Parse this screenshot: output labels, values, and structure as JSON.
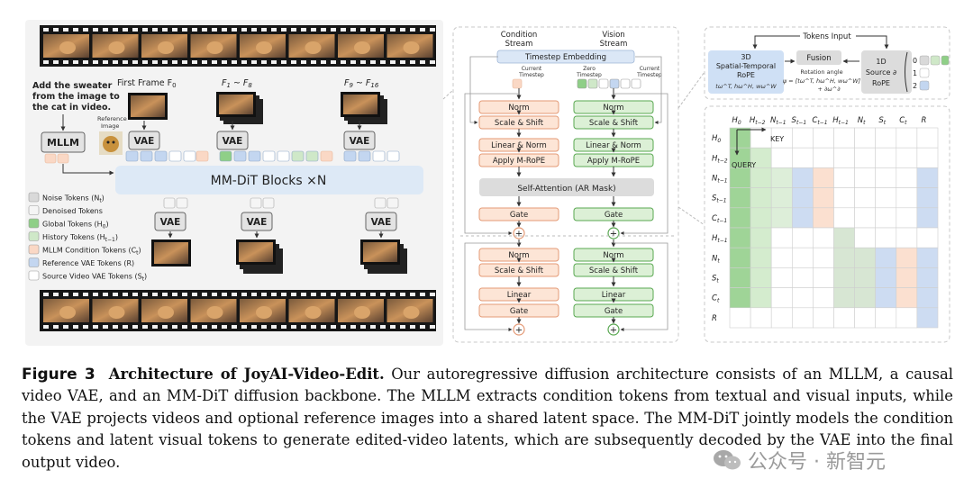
{
  "left": {
    "instruction": [
      "Add the sweater",
      "from the image to",
      "the cat in video."
    ],
    "first_frame": "First Frame F",
    "first_frame_sub": "0",
    "frames_1": "F",
    "frames_1_a": "1",
    "frames_1_mid": " ~ F",
    "frames_1_b": "8",
    "frames_2": "F",
    "frames_2_a": "9",
    "frames_2_mid": " ~ F",
    "frames_2_b": "16",
    "reference_image": [
      "Reference",
      "Image"
    ],
    "mllm": "MLLM",
    "vae": "VAE",
    "blocks": "MM-DiT Blocks ×N",
    "legend": [
      {
        "label": "Noise Tokens (N",
        "sub": "t",
        "close": ")",
        "color": "#d9d9d9"
      },
      {
        "label": "Denoised Tokens",
        "sub": "",
        "close": "",
        "color": "#f5f5f5"
      },
      {
        "label": "Global Tokens (H",
        "sub": "0",
        "close": ")",
        "color": "#8fcf87"
      },
      {
        "label": "History Tokens (H",
        "sub": "t−1",
        "close": ")",
        "color": "#cfe8c8"
      },
      {
        "label": "MLLM Condition Tokens (C",
        "sub": "t",
        "close": ")",
        "color": "#fad8c5"
      },
      {
        "label": "Reference VAE Tokens (R)",
        "sub": "",
        "close": "",
        "color": "#c3d6f0"
      },
      {
        "label": "Source Video VAE Tokens (S",
        "sub": "t",
        "close": ")",
        "color": "#ffffff"
      }
    ]
  },
  "middle": {
    "condition_stream": [
      "Condition",
      "Stream"
    ],
    "vision_stream": [
      "Vision",
      "Stream"
    ],
    "timestep_embedding": "Timestep Embedding",
    "current_timestep": [
      "Current",
      "Timestep"
    ],
    "zero_timestep": [
      "Zero",
      "Timestep"
    ],
    "norm": "Norm",
    "scale_shift": "Scale & Shift",
    "linear_norm": "Linear & Norm",
    "apply_rope": "Apply M-RoPE",
    "self_attention": "Self-Attention (AR Mask)",
    "gate": "Gate",
    "linear": "Linear",
    "plus": "+"
  },
  "rope": {
    "tokens_input": "Tokens Input",
    "title": [
      "3D",
      "Spatial-Temporal",
      "RoPE"
    ],
    "formula": "tω^T, hω^H, wω^W",
    "fusion": "Fusion",
    "rotation": "Rotation angle",
    "psi": "ψ = [tω^T, hω^H, wω^W]",
    "psi2": "+ ∂ω^∂",
    "source": [
      "1D",
      "Source ∂",
      "RoPE"
    ],
    "indices": [
      "0",
      "1",
      "2"
    ]
  },
  "matrix": {
    "key": "KEY",
    "query": "QUERY",
    "cols": [
      {
        "b": "H",
        "s": "0"
      },
      {
        "b": "H",
        "s": "t−2"
      },
      {
        "b": "N",
        "s": "t−1"
      },
      {
        "b": "S",
        "s": "t−1"
      },
      {
        "b": "C",
        "s": "t−1"
      },
      {
        "b": "H",
        "s": "t−1"
      },
      {
        "b": "N",
        "s": "t"
      },
      {
        "b": "S",
        "s": "t"
      },
      {
        "b": "C",
        "s": "t"
      },
      {
        "b": "R",
        "s": ""
      }
    ],
    "rows": [
      {
        "b": "H",
        "s": "0"
      },
      {
        "b": "H",
        "s": "t−2"
      },
      {
        "b": "N",
        "s": "t−1"
      },
      {
        "b": "S",
        "s": "t−1"
      },
      {
        "b": "C",
        "s": "t−1"
      },
      {
        "b": "H",
        "s": "t−1"
      },
      {
        "b": "N",
        "s": "t"
      },
      {
        "b": "S",
        "s": "t"
      },
      {
        "b": "C",
        "s": "t"
      },
      {
        "b": "R",
        "s": ""
      }
    ],
    "colors": {
      "g": "#9fd497",
      "l": "#d4ecce",
      "c": "#ddeed9",
      "m": "#d7e6d3",
      "p": "#fbe0d0",
      "b": "#cddcf2",
      "w": "#ffffff"
    },
    "cells": [
      "gwwwwwwwww",
      "glwwwwwwww",
      "glcbpwwwwb",
      "glcbpwwwwb",
      "glcbpwwwwb",
      "glwwwmwwww",
      "glwwwmmbpb",
      "glwwwmmbpb",
      "glwwwmmbpb",
      "wwwwwwwwwb"
    ]
  },
  "caption": {
    "figure": "Figure 3",
    "title": "Architecture of JoyAI-Video-Edit.",
    "body": "Our autoregressive diffusion architecture consists of an MLLM, a causal video VAE, and an MM-DiT diffusion backbone. The MLLM extracts condition tokens from textual and visual inputs, while the VAE projects videos and optional reference images into a shared latent space. The MM-DiT jointly models the condition tokens and latent visual tokens to generate edited-video latents, which are subsequently decoded by the VAE into the final output video."
  },
  "watermark": "公众号 · 新智元"
}
